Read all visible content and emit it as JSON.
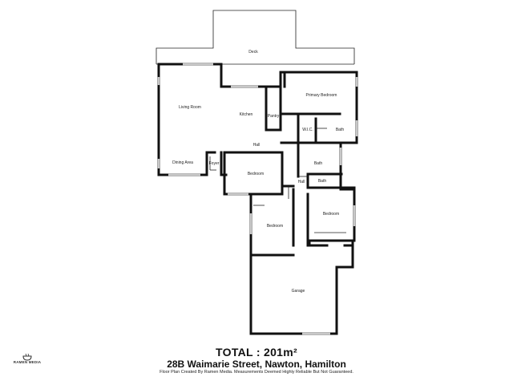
{
  "rooms": {
    "deck": "Deck",
    "living_room": "Living Room",
    "kitchen": "Kitchen",
    "pantry": "Pantry",
    "primary_bedroom": "Primary Bedroom",
    "wic": "W.I.C.",
    "bath_ensuite": "Bath",
    "hall_top": "Hall",
    "dining_area": "Dining Area",
    "foyer": "Foyer",
    "bedroom_center": "Bedroom",
    "bath_middle": "Bath",
    "hall_right": "Hall",
    "bath_small": "Bath",
    "bedroom_right": "Bedroom",
    "bedroom_lower": "Bedroom",
    "garage": "Garage"
  },
  "footer": {
    "total": "TOTAL : 201m²",
    "address": "28B Waimarie Street, Nawton, Hamilton",
    "disclaimer": "Floor Plan Created By Ramen Media. Measurements Deemed Highly Reliable But Not Guaranteed."
  },
  "logo": {
    "text": "RAMEN MEDIA"
  }
}
